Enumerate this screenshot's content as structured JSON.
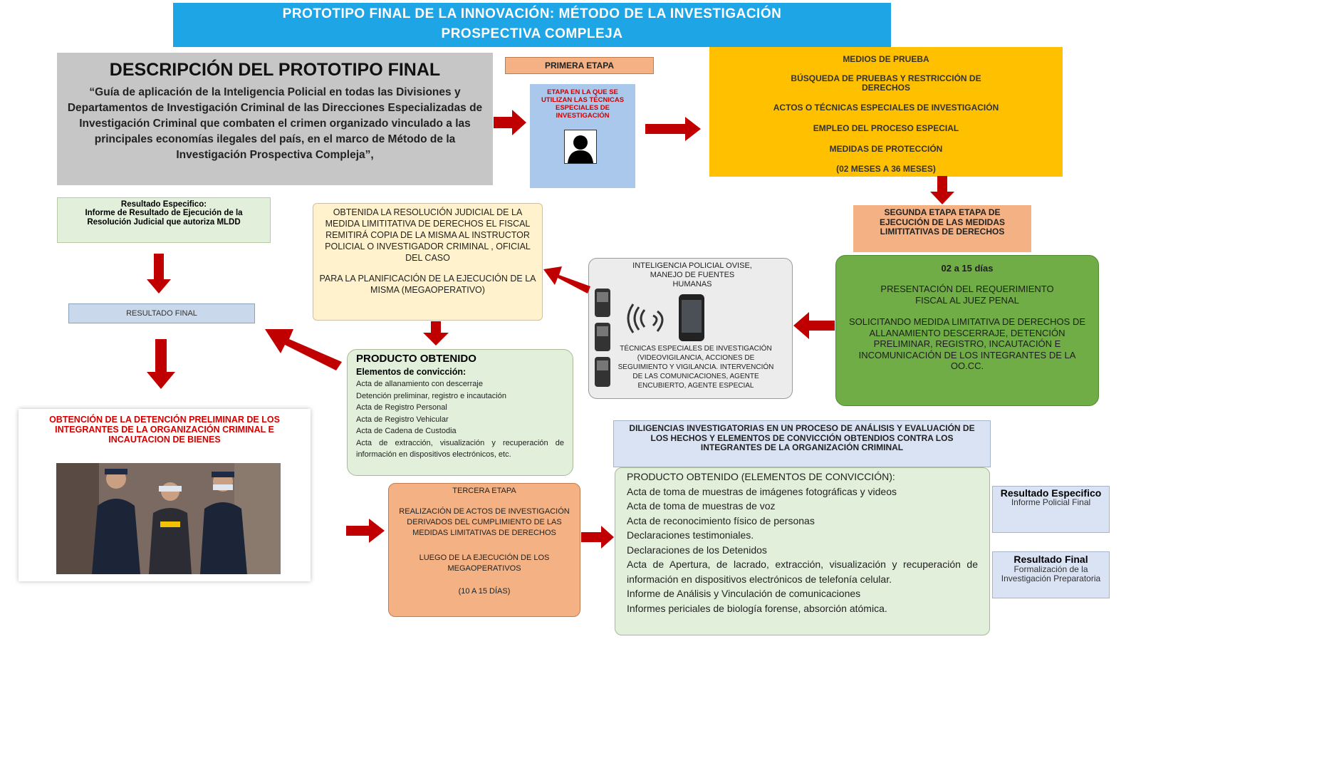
{
  "header": {
    "title_line1": "PROTOTIPO FINAL DE LA INNOVACIÓN: MÉTODO DE LA INVESTIGACIÓN",
    "title_line2": "PROSPECTIVA  COMPLEJA"
  },
  "description": {
    "title": "DESCRIPCIÓN DEL PROTOTIPO FINAL",
    "text": "“Guía  de aplicación de la Inteligencia Policial en todas las Divisiones y Departamentos de Investigación Criminal de las Direcciones Especializadas de Investigación Criminal que combaten el crimen organizado vinculado a las principales economías ilegales del país, en el marco de Método de la Investigación Prospectiva Compleja”,"
  },
  "stage1": {
    "label": "PRIMERA ETAPA",
    "card_text": "ETAPA EN LA QUE SE UTILIZAN LAS TÉCNICAS ESPECIALES DE INVESTIGACIÓN"
  },
  "means": {
    "items": [
      "MEDIOS DE PRUEBA",
      "BÚSQUEDA DE PRUEBAS Y RESTRICCIÓN DE DERECHOS",
      "ACTOS O TÉCNICAS ESPECIALES DE INVESTIGACIÓN",
      "EMPLEO DEL PROCESO ESPECIAL",
      "MEDIDAS DE PROTECCIÓN",
      "(02 MESES A 36 MESES)"
    ]
  },
  "specific_result_left": {
    "title": "Resultado Especifico:",
    "text": "Informe de Resultado de Ejecución de la Resolución Judicial que autoriza  MLDD"
  },
  "judicial": {
    "text1": "OBTENIDA LA RESOLUCIÓN JUDICIAL DE LA MEDIDA LIMITITATIVA DE DERECHOS EL FISCAL REMITIRÁ COPIA DE LA MISMA AL INSTRUCTOR POLICIAL O INVESTIGADOR CRIMINAL , OFICIAL DEL CASO",
    "text2": "PARA LA PLANIFICACIÓN DE LA EJECUCIÓN DE LA MISMA (MEGAOPERATIVO)"
  },
  "stage2": {
    "label": "SEGUNDA  ETAPA ETAPA DE EJECUCIÓN DE LAS MEDIDAS LIMITITATIVAS  DE DERECHOS"
  },
  "intel": {
    "top_text": "INTELIGENCIA POLICIAL OVISE, MANEJO DE FUENTES HUMANAS",
    "bottom_text": "TÉCNICAS ESPECIALES DE INVESTIGACIÓN (VIDEOVIGILANCIA, ACCIONES DE SEGUIMIENTO Y VIGILANCIA. INTERVENCIÓN DE LAS COMUNICACIONES, AGENTE ENCUBIERTO, AGENTE  ESPECIAL"
  },
  "green": {
    "days": "02 a 15 días",
    "text1": "PRESENTACIÓN DEL REQUERIMIENTO FISCAL AL JUEZ PENAL",
    "text2": "SOLICITANDO MEDIDA LIMITATIVA DE DERECHOS DE ALLANAMIENTO DESCERRAJE,  DETENCIÓN PRELIMINAR, REGISTRO, INCAUTACIÓN E INCOMUNICACIÓN DE LOS INTEGRANTES DE LA OO.CC."
  },
  "final_result": {
    "label": "RESULTADO FINAL"
  },
  "product": {
    "title": "PRODUCTO OBTENIDO",
    "subtitle": "Elementos de convicción:",
    "items": [
      "Acta de allanamiento con descerraje",
      "Detención preliminar, registro e incautación",
      "Acta de Registro Personal",
      "Acta de Registro Vehicular",
      "Acta de Cadena de Custodia",
      "Acta de extracción, visualización y recuperación de información en dispositivos electrónicos, etc."
    ]
  },
  "detention": {
    "title": "OBTENCIÓN DE LA DETENCIÓN PRELIMINAR DE LOS INTEGRANTES DE LA ORGANIZACIÓN CRIMINAL E INCAUTACION DE BIENES"
  },
  "stage3": {
    "label": "TERCERA ETAPA",
    "text1": "REALIZACIÓN DE ACTOS DE INVESTIGACIÓN DERIVADOS DEL CUMPLIMIENTO  DE LAS MEDIDAS LIMITATIVAS DE DERECHOS",
    "text2": "LUEGO DE LA EJECUCIÓN DE LOS MEGAOPERATIVOS",
    "days": "(10  A  15 DÍAS)"
  },
  "diligences": {
    "title": "DILIGENCIAS INVESTIGATORIAS EN UN PROCESO DE ANÁLISIS Y EVALUACIÓN DE LOS HECHOS Y ELEMENTOS DE CONVICCIÓN OBTENDIOS CONTRA LOS INTEGRANTES DE LA ORGANIZACIÓN CRIMINAL"
  },
  "product2": {
    "title": "PRODUCTO OBTENIDO (ELEMENTOS DE CONVICCIÓN):",
    "items": [
      "Acta de toma de muestras de imágenes fotográficas y videos",
      "Acta de toma de muestras de voz",
      "Acta de reconocimiento físico de personas",
      "Declaraciones testimoniales.",
      "Declaraciones de los Detenidos",
      "Acta de Apertura,  de lacrado, extracción, visualización  y recuperación de información en dispositivos  electrónicos de telefonía celular.",
      "Informe de Análisis y Vinculación de comunicaciones",
      "Informes periciales de biología forense, absorción atómica."
    ]
  },
  "side_specific": {
    "title": "Resultado Especifico",
    "text": "Informe Policial Final"
  },
  "side_final": {
    "title": "Resultado Final",
    "text": "Formalización de la Investigación Preparatoria"
  }
}
